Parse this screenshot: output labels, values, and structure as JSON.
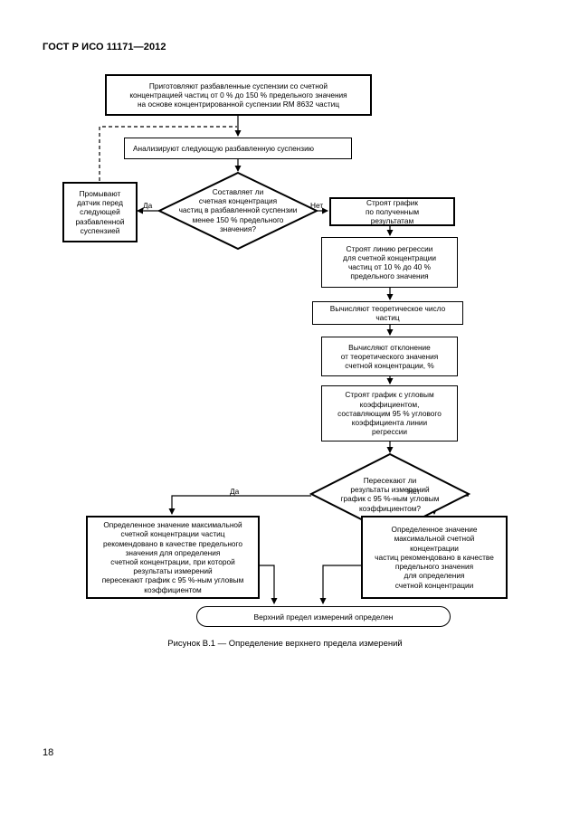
{
  "header": {
    "doc_id": "ГОСТ Р ИСО 11171—2012"
  },
  "flow": {
    "prepare": "Приготовляют разбавленные суспензии со счетной\nконцентрацией частиц от 0 % до 150 % предельного значения\nна основе концентрированной суспензии RM 8632 частиц",
    "analyze": "Анализируют следующую разбавленную суспензию",
    "decision1": "Составляет ли\nсчетная концентрация\nчастиц в разбавленной суспензии\nменее 150 % предельного\nзначения?",
    "flush": "Промывают\nдатчик перед\nследующей\nразбавленной\nсуспензией",
    "plot_results": "Строят график\nпо полученным\nрезультатам",
    "regression": "Строят линию регрессии\nдля счетной концентрации\nчастиц от 10 % до 40 %\nпредельного значения",
    "theoretical": "Вычисляют теоретическое число\nчастиц",
    "deviation": "Вычисляют отклонение\nот теоретического значения\nсчетной концентрации, %",
    "slope_plot": "Строят график с угловым\nкоэффициентом,\nсоставляющим 95 % углового\nкоэффициента линии\nрегрессии",
    "decision2": "Пересекают ли\nрезультаты измерений\nграфик с 95 %-ным угловым\nкоэффициентом?",
    "result_yes": "Определенное значение максимальной\nсчетной концентрации частиц\nрекомендовано в качестве предельного\nзначения для определения\nсчетной концентрации, при которой\nрезультаты измерений\nпересекают график с 95 %-ным угловым\nкоэффициентом",
    "result_no": "Определенное значение\nмаксимальной счетной\nконцентрации\nчастиц рекомендовано в качестве\nпредельного значения\nдля определения\nсчетной концентрации",
    "end": "Верхний предел измерений определен",
    "yes_label": "Да",
    "no_label": "Нет"
  },
  "caption": "Рисунок В.1 — Определение верхнего предела измерений",
  "page_number": "18"
}
